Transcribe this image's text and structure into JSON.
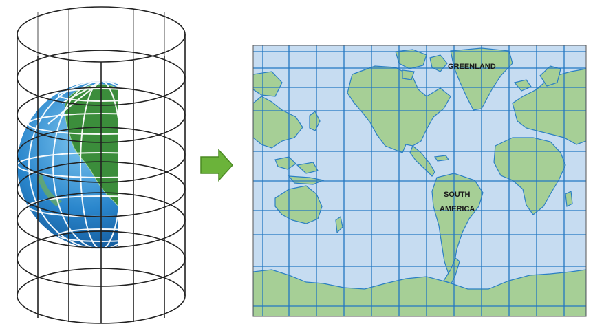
{
  "diagram": {
    "map": {
      "labels": {
        "greenland": "GREENLAND",
        "south_america_line1": "SOUTH",
        "south_america_line2": "AMERICA"
      }
    },
    "colors": {
      "ocean": "#c6dcf1",
      "land": "#a6cf96",
      "coast": "#2b7fc4",
      "grid": "#2277c2",
      "arrow": "#6bb33a",
      "globe_ocean": "#2a86cc",
      "globe_land": "#3b8d3b",
      "cylinder_line": "#222222"
    }
  }
}
